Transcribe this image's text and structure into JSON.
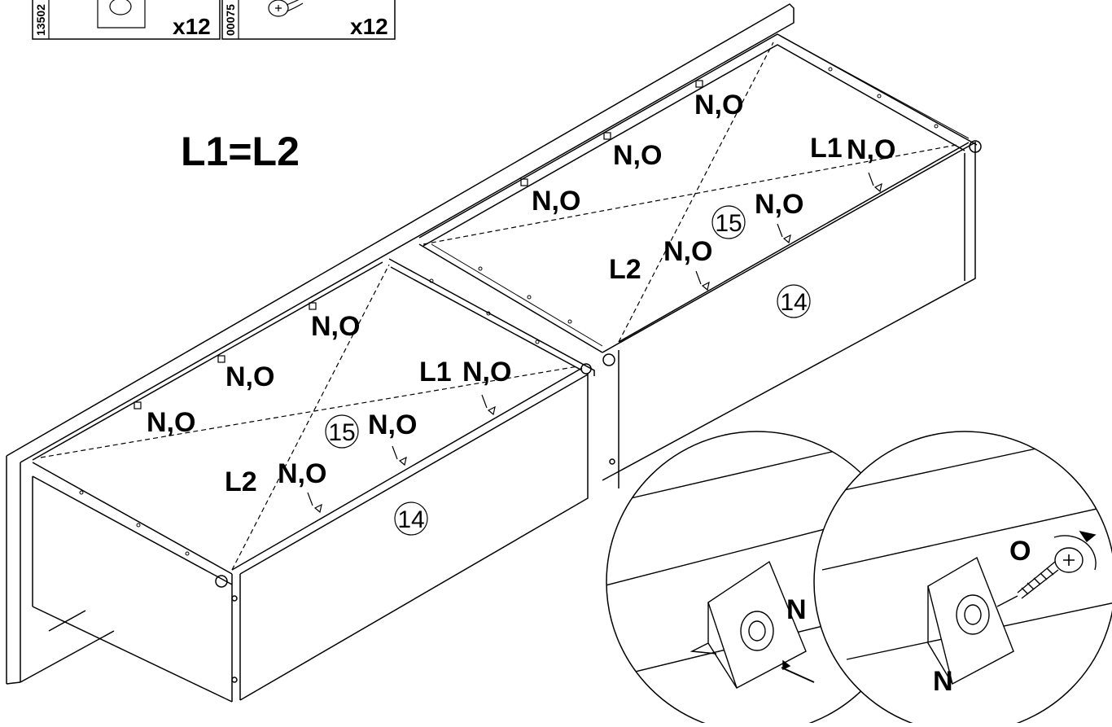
{
  "parts_box": [
    {
      "code": "13502",
      "count": "x12",
      "icon": "corner-bracket-icon"
    },
    {
      "code": "00075",
      "count": "x12",
      "icon": "screw-icon"
    }
  ],
  "equation": "L1=L2",
  "fastener_label": "N,O",
  "labels": {
    "l1": "L1",
    "l2": "L2",
    "part_14": "14",
    "part_15": "15",
    "bracket": "N",
    "screw": "O"
  }
}
